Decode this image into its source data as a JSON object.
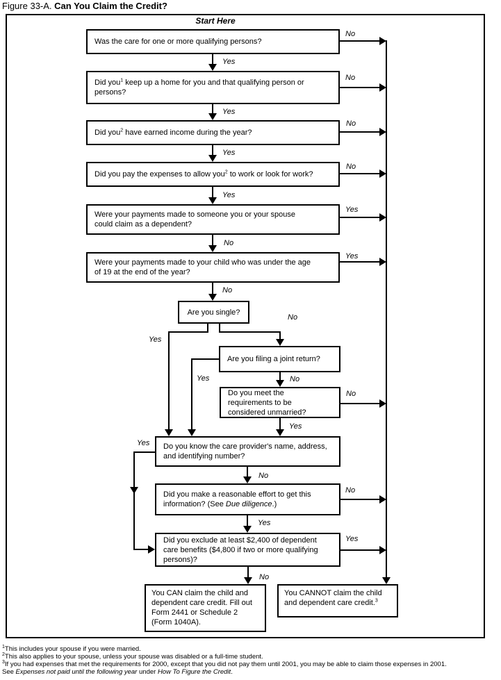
{
  "title": {
    "figure": "Figure 33-A.",
    "heading": "Can You Claim the Credit?"
  },
  "start_here": "Start Here",
  "edge_labels": {
    "yes": "Yes",
    "no": "No"
  },
  "boxes": {
    "q_qualifying": {
      "text": "Was the care for one or more qualifying persons?"
    },
    "q_home": {
      "pre": "Did you",
      "sup": "1",
      "post": " keep up a home for you and that qualifying person or persons?"
    },
    "q_income": {
      "pre": "Did you",
      "sup": "2",
      "post": " have earned income during the year?"
    },
    "q_expenses": {
      "pre": "Did you pay the expenses to allow you",
      "sup": "2",
      "post": " to work or look for work?"
    },
    "q_dependent": {
      "text": "Were your payments made to someone you or your spouse could claim as a dependent?"
    },
    "q_child19": {
      "text": "Were your payments made to your child who was under the age of 19 at the end of the year?"
    },
    "q_single": {
      "text": "Are you single?"
    },
    "q_joint": {
      "text": "Are you filing a joint return?"
    },
    "q_unmarried": {
      "text": "Do you meet the requirements to be considered unmarried?"
    },
    "q_provider": {
      "text": "Do you know the care provider's name, address, and identifying number?"
    },
    "q_effort": {
      "pre": "Did you make a reasonable effort to get this information? (See ",
      "italic": "Due diligence",
      "post": ".)"
    },
    "q_exclude": {
      "text": "Did you exclude at least $2,400 of dependent care benefits ($4,800 if two or more qualifying persons)?"
    },
    "result_can": {
      "text": "You CAN claim the child and dependent care credit. Fill out Form 2441 or Schedule 2 (Form 1040A)."
    },
    "result_cannot": {
      "pre": "You CANNOT claim the child and dependent care credit.",
      "sup": "3"
    }
  },
  "footnotes": [
    {
      "sup": "1",
      "text": "This includes your spouse if you were married."
    },
    {
      "sup": "2",
      "text": "This also applies to your spouse, unless your spouse was disabled or a full-time student."
    },
    {
      "sup": "3",
      "text": "If you had expenses that met the requirements for 2000, except that you did not pay them until 2001, you may be able to claim those expenses in 2001."
    },
    {
      "pre": "See ",
      "italic1": "Expenses not paid until the following year",
      "mid": " under ",
      "italic2": "How To Figure the Credit",
      "post": "."
    }
  ]
}
